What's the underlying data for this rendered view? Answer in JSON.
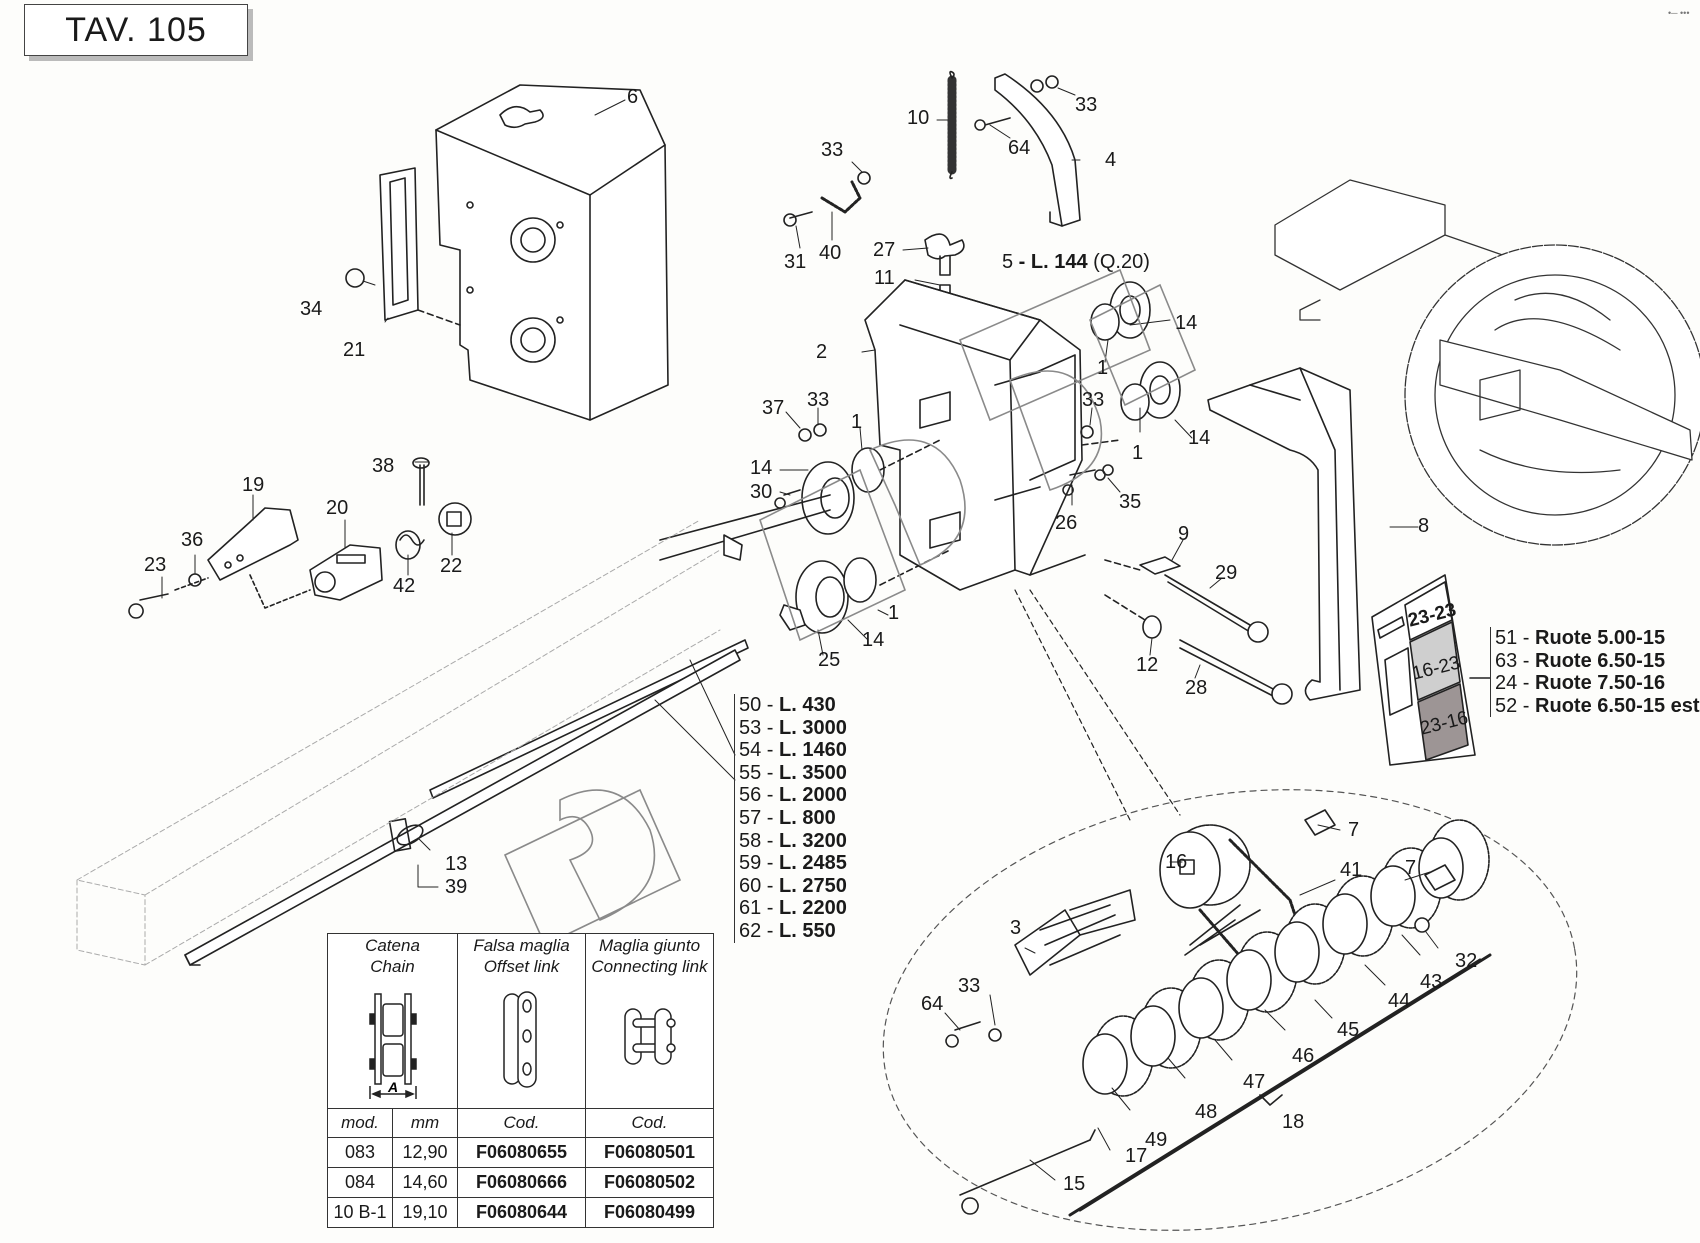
{
  "title": "TAV. 105",
  "corner_mark": "•─ •••",
  "callouts": [
    {
      "id": "c6",
      "text": "6"
    },
    {
      "id": "c34",
      "text": "34"
    },
    {
      "id": "c21",
      "text": "21"
    },
    {
      "id": "c10",
      "text": "10"
    },
    {
      "id": "c64a",
      "text": "64"
    },
    {
      "id": "c33a",
      "text": "33"
    },
    {
      "id": "c4",
      "text": "4"
    },
    {
      "id": "c33b",
      "text": "33"
    },
    {
      "id": "c31",
      "text": "31"
    },
    {
      "id": "c40",
      "text": "40"
    },
    {
      "id": "c27",
      "text": "27"
    },
    {
      "id": "c11",
      "text": "11"
    },
    {
      "id": "c2",
      "text": "2"
    },
    {
      "id": "c1a",
      "text": "1"
    },
    {
      "id": "c14a",
      "text": "14"
    },
    {
      "id": "c1b",
      "text": "1"
    },
    {
      "id": "c14b",
      "text": "14"
    },
    {
      "id": "c33c",
      "text": "33"
    },
    {
      "id": "c35",
      "text": "35"
    },
    {
      "id": "c26",
      "text": "26"
    },
    {
      "id": "c37",
      "text": "37"
    },
    {
      "id": "c33d",
      "text": "33"
    },
    {
      "id": "c1c",
      "text": "1"
    },
    {
      "id": "c14c",
      "text": "14"
    },
    {
      "id": "c30",
      "text": "30"
    },
    {
      "id": "c1d",
      "text": "1"
    },
    {
      "id": "c14d",
      "text": "14"
    },
    {
      "id": "c25",
      "text": "25"
    },
    {
      "id": "c9",
      "text": "9"
    },
    {
      "id": "c29",
      "text": "29"
    },
    {
      "id": "c12",
      "text": "12"
    },
    {
      "id": "c28",
      "text": "28"
    },
    {
      "id": "c8",
      "text": "8"
    },
    {
      "id": "c38",
      "text": "38"
    },
    {
      "id": "c19",
      "text": "19"
    },
    {
      "id": "c20",
      "text": "20"
    },
    {
      "id": "c36",
      "text": "36"
    },
    {
      "id": "c23",
      "text": "23"
    },
    {
      "id": "c42",
      "text": "42"
    },
    {
      "id": "c22",
      "text": "22"
    },
    {
      "id": "c13",
      "text": "13"
    },
    {
      "id": "c39",
      "text": "39"
    },
    {
      "id": "c7a",
      "text": "7"
    },
    {
      "id": "c7b",
      "text": "7"
    },
    {
      "id": "c16",
      "text": "16"
    },
    {
      "id": "c41",
      "text": "41"
    },
    {
      "id": "c3",
      "text": "3"
    },
    {
      "id": "c33e",
      "text": "33"
    },
    {
      "id": "c64b",
      "text": "64"
    },
    {
      "id": "c32",
      "text": "32"
    },
    {
      "id": "c43",
      "text": "43"
    },
    {
      "id": "c44",
      "text": "44"
    },
    {
      "id": "c45",
      "text": "45"
    },
    {
      "id": "c46",
      "text": "46"
    },
    {
      "id": "c47",
      "text": "47"
    },
    {
      "id": "c48",
      "text": "48"
    },
    {
      "id": "c49",
      "text": "49"
    },
    {
      "id": "c17",
      "text": "17"
    },
    {
      "id": "c18",
      "text": "18"
    },
    {
      "id": "c15",
      "text": "15"
    }
  ],
  "shaft_note": {
    "part": "5",
    "sep": " - ",
    "length": "L. 144",
    "qualifier": "(Q.20)"
  },
  "shaft_lengths": [
    {
      "part": "50",
      "length": "L. 430"
    },
    {
      "part": "53",
      "length": "L. 3000"
    },
    {
      "part": "54",
      "length": "L. 1460"
    },
    {
      "part": "55",
      "length": "L. 3500"
    },
    {
      "part": "56",
      "length": "L. 2000"
    },
    {
      "part": "57",
      "length": "L. 800"
    },
    {
      "part": "58",
      "length": "L. 3200"
    },
    {
      "part": "59",
      "length": "L. 2485"
    },
    {
      "part": "60",
      "length": "L. 2750"
    },
    {
      "part": "61",
      "length": "L. 2200"
    },
    {
      "part": "62",
      "length": "L. 550"
    }
  ],
  "wheels": [
    {
      "part": "51",
      "label": "Ruote 5.00-15"
    },
    {
      "part": "63",
      "label": "Ruote 6.50-15"
    },
    {
      "part": "24",
      "label": "Ruote 7.50-16"
    },
    {
      "part": "52",
      "label": "Ruote 6.50-15 est."
    }
  ],
  "ratio_stamps": [
    "23-23",
    "16-23",
    "23-16"
  ],
  "chain_table": {
    "headers": [
      {
        "it": "Catena",
        "en": "Chain"
      },
      {
        "it": "Falsa maglia",
        "en": "Offset link"
      },
      {
        "it": "Maglia giunto",
        "en": "Connecting link"
      }
    ],
    "dimension_label": "A",
    "subheaders": [
      "mod.",
      "mm",
      "Cod.",
      "Cod."
    ],
    "rows": [
      [
        "083",
        "12,90",
        "F06080655",
        "F06080501"
      ],
      [
        "084",
        "14,60",
        "F06080666",
        "F06080502"
      ],
      [
        "10 B-1",
        "19,10",
        "F06080644",
        "F06080499"
      ]
    ]
  },
  "colors": {
    "line": "#222222",
    "watermark": "#8a8a8a",
    "stamp_light": "#cfcfcf",
    "stamp_dark": "#9d9595"
  }
}
